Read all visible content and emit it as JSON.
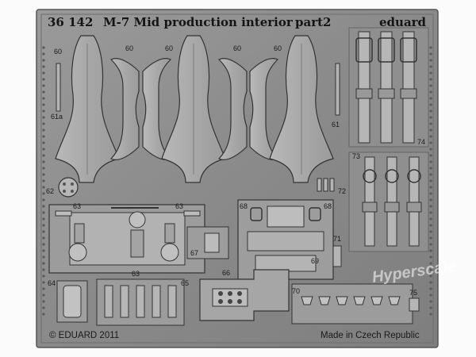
{
  "header": {
    "catalog_number": "36 142",
    "title": "M-7 Mid production interior",
    "part": "part2",
    "brand": "eduard"
  },
  "part_labels": {
    "p60": "60",
    "p61": "61",
    "p61a": "61a",
    "p62": "62",
    "p63": "63",
    "p64": "64",
    "p65": "65",
    "p66": "66",
    "p67": "67",
    "p68": "68",
    "p69": "69",
    "p70": "70",
    "p71": "71",
    "p72": "72",
    "p73": "73",
    "p74": "74",
    "p75": "75"
  },
  "footer": {
    "copyright": "© EDUARD 2011",
    "origin": "Made in Czech Republic"
  },
  "watermark": {
    "text": "Hyperscale"
  },
  "colors": {
    "fret_background": "#8c8c8c",
    "part_face": "#a9a9a9",
    "part_highlight": "#c4c4c4",
    "outline": "#2a2a2a",
    "frame": "#7a7a7a"
  }
}
